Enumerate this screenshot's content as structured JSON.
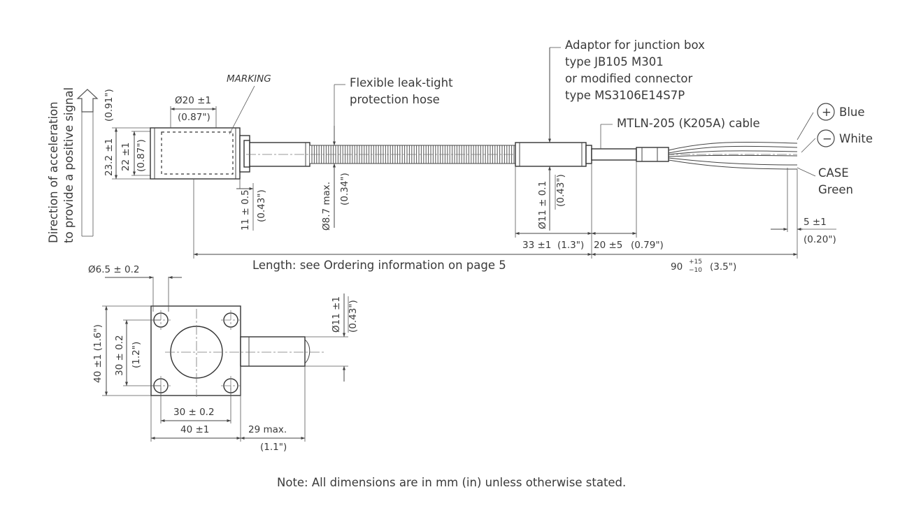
{
  "axis_note": {
    "line1": "Direction of acceleration",
    "line2": "to provide a positive signal"
  },
  "labels": {
    "marking": "MARKING",
    "hose_line1": "Flexible leak-tight",
    "hose_line2": "protection hose",
    "adaptor_line1": "Adaptor for junction box",
    "adaptor_line2": "type JB105 M301",
    "adaptor_line3": "or modified connector",
    "adaptor_line4": "type MS3106E14S7P",
    "cable": "MTLN-205 (K205A) cable",
    "plus_symbol": "+",
    "minus_symbol": "−",
    "blue": "Blue",
    "white": "White",
    "case": "CASE",
    "green": "Green"
  },
  "dimensions": {
    "dia20": "Ø20 ±1",
    "dia20_in": "(0.87\")",
    "h23": "23.2 ±1",
    "h23_in": "(0.91\")",
    "h22": "22 ±1",
    "h22_in": "(0.87\")",
    "d11_5": "11 ± 0.5",
    "d11_5_in": "(0.43\")",
    "dia8_7": "Ø8.7 max.",
    "dia8_7_in": "(0.34\")",
    "dia11_01": "Ø11 ± 0.1",
    "dia11_01_in": "(0.43\")",
    "l33": "33 ±1",
    "l33_in": "(1.3\")",
    "l20": "20 ±5",
    "l20_in": "(0.79\")",
    "l5": "5 ±1",
    "l5_in": "(0.20\")",
    "length": "Length: see Ordering information on page 5",
    "l90": "90",
    "l90_upper": "+15",
    "l90_lower": "−10",
    "l90_in": "(3.5\")",
    "dia6_5": "Ø6.5 ± 0.2",
    "dia11": "Ø11 ±1",
    "dia11_in": "(0.43\")",
    "v40": "40 ±1 (1.6\")",
    "v30": "30 ± 0.2",
    "v30_in": "(1.2\")",
    "h30": "30 ± 0.2",
    "h40": "40 ±1",
    "l29": "29 max.",
    "l29_in": "(1.1\")"
  },
  "note": "Note: All dimensions are in mm (in) unless otherwise stated."
}
